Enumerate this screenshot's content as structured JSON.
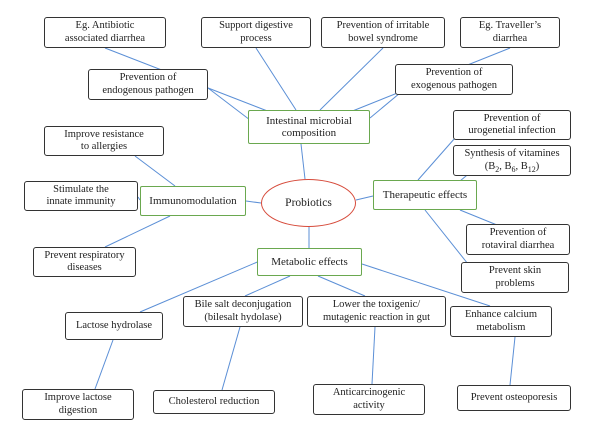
{
  "colors": {
    "connector": "#5b8fd6",
    "center_border": "#d64a3a",
    "category_border": "#6aa84f",
    "leaf_border": "#333333"
  },
  "center": {
    "label": "Probiotics"
  },
  "categories": {
    "intestinal": "Intestinal microbial\ncomposition",
    "therapeutic": "Therapeutic effects",
    "immuno": "Immunomodulation",
    "metabolic": "Metabolic effects"
  },
  "leaves": {
    "antibiotic": "Eg. Antibiotic\nassociated diarrhea",
    "digestive": "Support digestive\nprocess",
    "ibs": "Prevention of irritable\nbowel syndrome",
    "traveller": "Eg. Traveller’s\ndiarrhea",
    "endogenous": "Prevention of\nendogenous pathogen",
    "exogenous": "Prevention of\nexogenous pathogen",
    "urogenital": "Prevention of\nurogenetial infection",
    "vitamins_line1": "Synthesis of vitamines",
    "vitamins_b": "B",
    "vitamins_sub1": "2",
    "vitamins_sub2": "6",
    "vitamins_sub3": "12",
    "rotaviral": "Prevention of\nrotaviral diarrhea",
    "skin": "Prevent skin\nproblems",
    "allergies": "Improve resistance\nto allergies",
    "innate": "Stimulate the\ninnate immunity",
    "respiratory": "Prevent respiratory\ndiseases",
    "lactase": "Lactose hydrolase",
    "bile": "Bile salt deconjugation\n(bilesalt hydolase)",
    "toxigenic": "Lower the toxigenic/\nmutagenic reaction in gut",
    "calcium": "Enhance calcium\nmetabolism",
    "lactose_digestion": "Improve lactose\ndigestion",
    "cholesterol": "Cholesterol reduction",
    "anticarcinogenic": "Anticarcinogenic\nactivity",
    "osteoporesis": "Prevent osteoporesis"
  }
}
